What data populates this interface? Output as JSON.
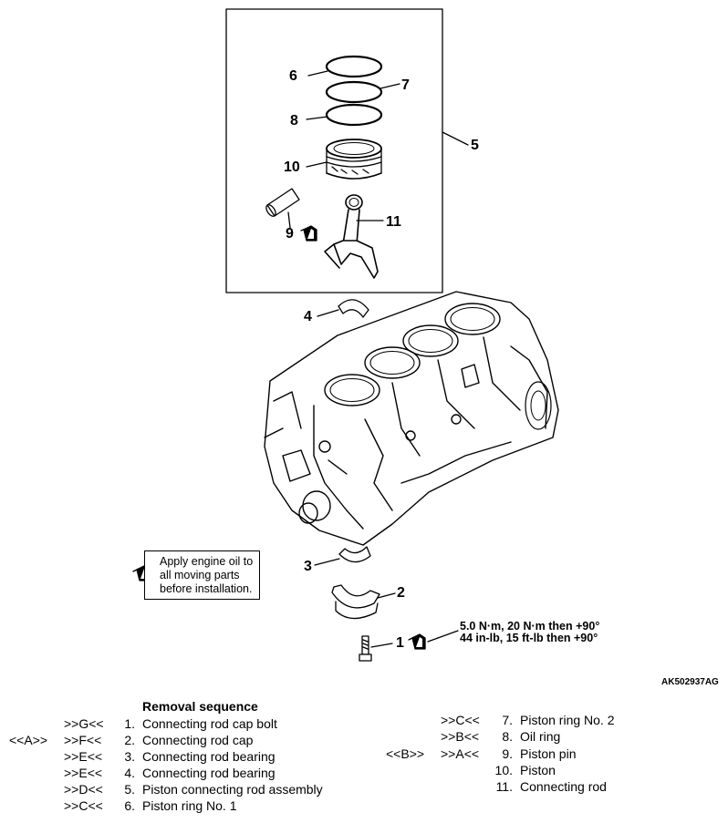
{
  "callouts": {
    "c6": "6",
    "c7": "7",
    "c8": "8",
    "c5": "5",
    "c10": "10",
    "c9": "9",
    "c11": "11",
    "c4": "4",
    "c3": "3",
    "c2": "2",
    "c1": "1"
  },
  "note": {
    "line1": "Apply engine oil to",
    "line2": "all moving parts",
    "line3": "before installation."
  },
  "torque": {
    "line1": "5.0 N·m, 20 N·m then +90°",
    "line2": "44 in-lb, 15 ft-lb then +90°"
  },
  "figure_id": "AK502937AG",
  "removal": {
    "title": "Removal sequence",
    "left": [
      {
        "a": "",
        "b": ">>G<<",
        "n": "1.",
        "t": "Connecting rod cap bolt"
      },
      {
        "a": "<<A>>",
        "b": ">>F<<",
        "n": "2.",
        "t": "Connecting rod cap"
      },
      {
        "a": "",
        "b": ">>E<<",
        "n": "3.",
        "t": "Connecting rod bearing"
      },
      {
        "a": "",
        "b": ">>E<<",
        "n": "4.",
        "t": "Connecting rod bearing"
      },
      {
        "a": "",
        "b": ">>D<<",
        "n": "5.",
        "t": "Piston connecting rod assembly"
      },
      {
        "a": "",
        "b": ">>C<<",
        "n": "6.",
        "t": "Piston ring No. 1"
      }
    ],
    "right": [
      {
        "a": "",
        "b": ">>C<<",
        "n": "7.",
        "t": "Piston ring No. 2"
      },
      {
        "a": "",
        "b": ">>B<<",
        "n": "8.",
        "t": "Oil ring"
      },
      {
        "a": "<<B>>",
        "b": ">>A<<",
        "n": "9.",
        "t": "Piston pin"
      },
      {
        "a": "",
        "b": "",
        "n": "10.",
        "t": "Piston"
      },
      {
        "a": "",
        "b": "",
        "n": "11.",
        "t": "Connecting rod"
      }
    ]
  }
}
